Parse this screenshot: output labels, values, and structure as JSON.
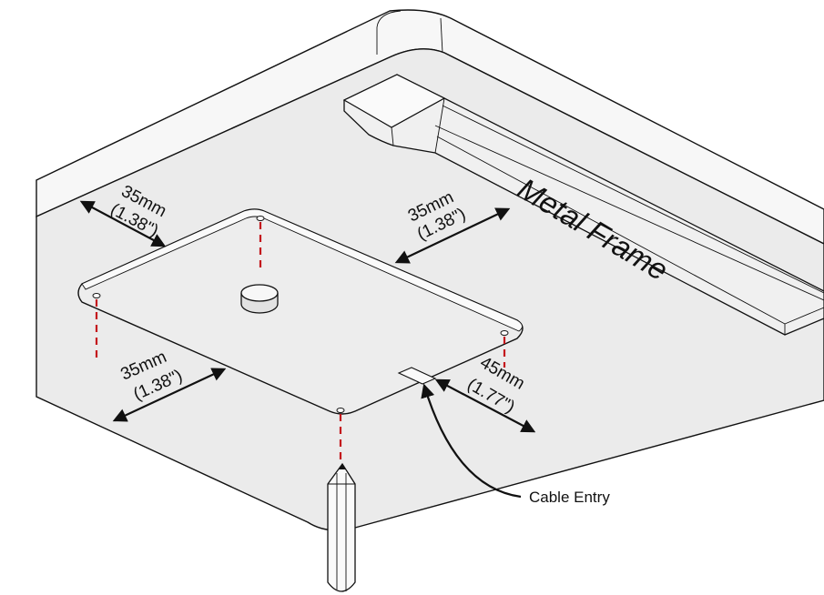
{
  "labels": {
    "metal_frame": "Metal Frame",
    "cable_entry": "Cable Entry"
  },
  "dimensions": {
    "top_left": {
      "mm": "35mm",
      "in": "(1.38\")"
    },
    "top_right": {
      "mm": "35mm",
      "in": "(1.38\")"
    },
    "bottom_left": {
      "mm": "35mm",
      "in": "(1.38\")"
    },
    "bottom_right": {
      "mm": "45mm",
      "in": "(1.77\")"
    }
  },
  "colors": {
    "surface": "#ebebeb",
    "surface_light": "#f7f7f7",
    "outline": "#111111",
    "drill_line": "#c4161c"
  }
}
